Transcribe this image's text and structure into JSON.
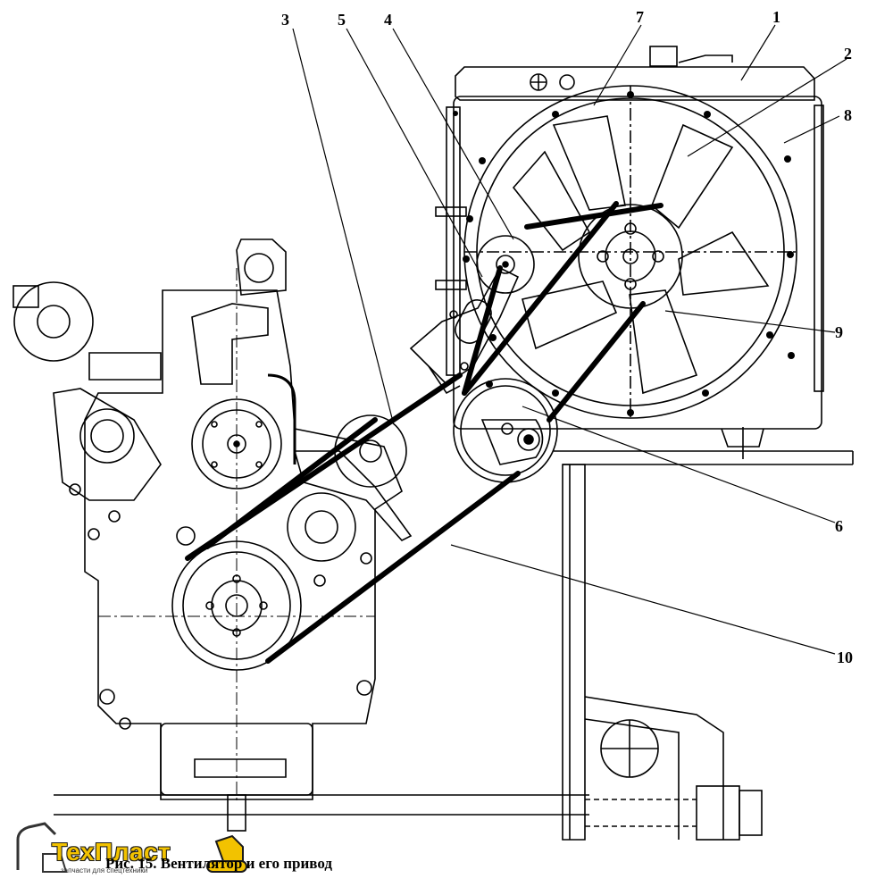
{
  "figure": {
    "caption": "Рис. 15. Вентилятор и его привод",
    "callouts": [
      {
        "id": "1",
        "text": "1"
      },
      {
        "id": "2",
        "text": "2"
      },
      {
        "id": "3",
        "text": "3"
      },
      {
        "id": "4",
        "text": "4"
      },
      {
        "id": "5",
        "text": "5"
      },
      {
        "id": "6",
        "text": "6"
      },
      {
        "id": "7",
        "text": "7"
      },
      {
        "id": "8",
        "text": "8"
      },
      {
        "id": "9",
        "text": "9"
      },
      {
        "id": "10",
        "text": "10"
      }
    ]
  },
  "watermark": {
    "brand": "ТехПласт",
    "tagline": "запчасти для спецтехники",
    "accent_color": "#f2c200"
  }
}
